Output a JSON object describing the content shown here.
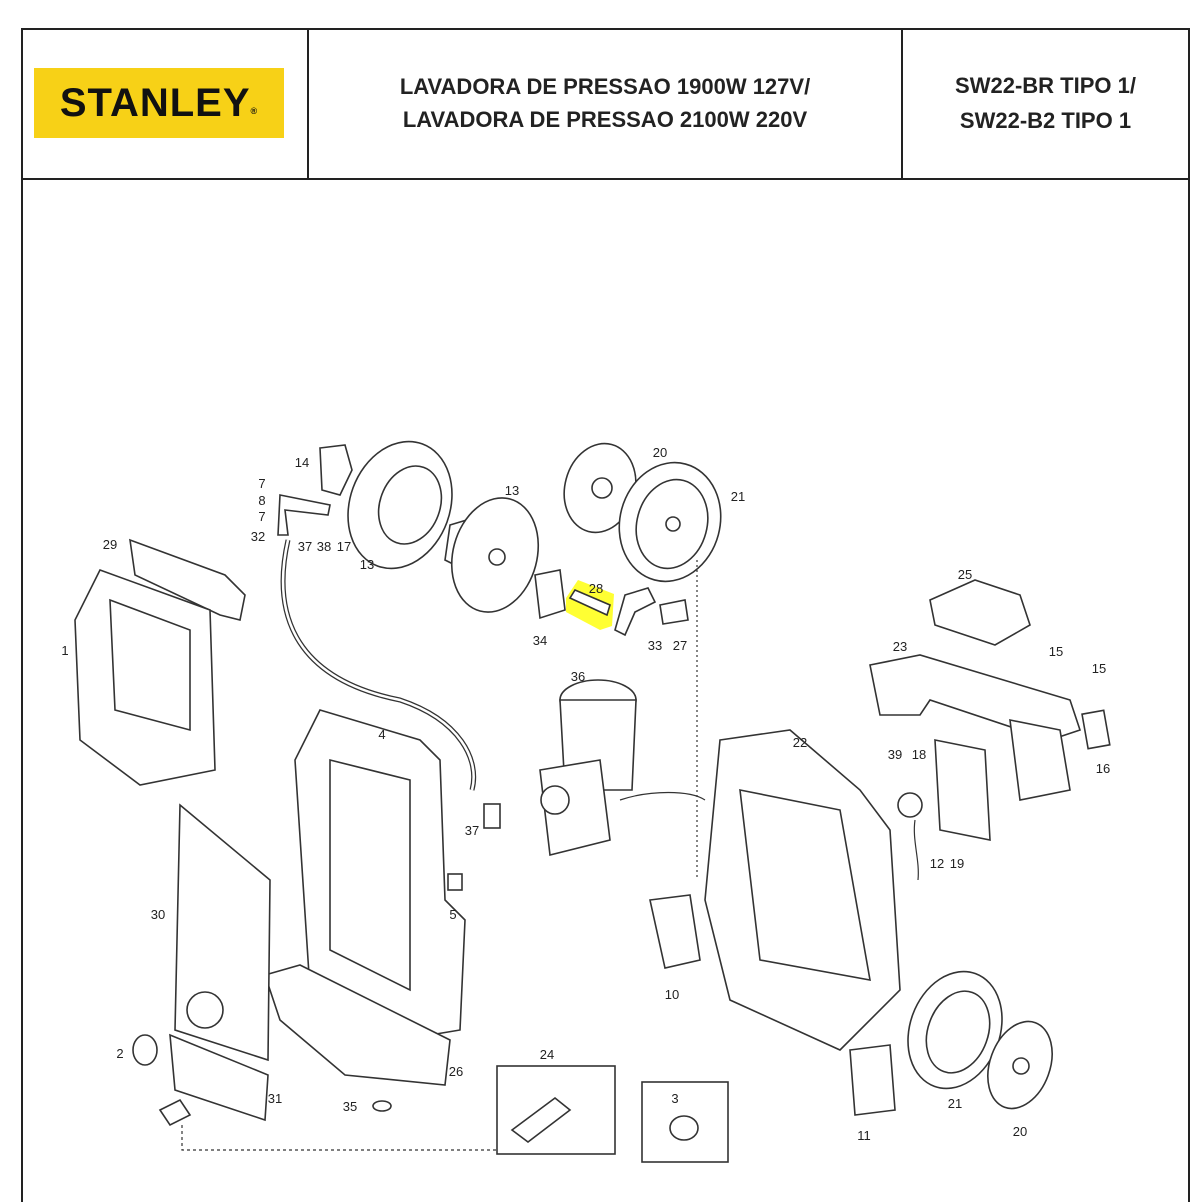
{
  "header": {
    "brand": "STANLEY",
    "title_lines": [
      "LAVADORA DE PRESSAO 1900W 127V/",
      "LAVADORA DE PRESSAO 2100W 220V"
    ],
    "model_lines": [
      "SW22-BR TIPO 1/",
      "SW22-B2 TIPO 1"
    ]
  },
  "diagram": {
    "highlight_color": "#ffff33",
    "highlighted_part": "28",
    "callouts": [
      "14",
      "7",
      "8",
      "7",
      "32",
      "37",
      "38",
      "17",
      "13",
      "13",
      "20",
      "21",
      "28",
      "34",
      "33",
      "27",
      "29",
      "1",
      "36",
      "4",
      "22",
      "25",
      "23",
      "15",
      "15",
      "16",
      "39",
      "18",
      "12",
      "19",
      "37",
      "5",
      "30",
      "10",
      "2",
      "26",
      "24",
      "31",
      "35",
      "3",
      "21",
      "20",
      "11"
    ]
  }
}
